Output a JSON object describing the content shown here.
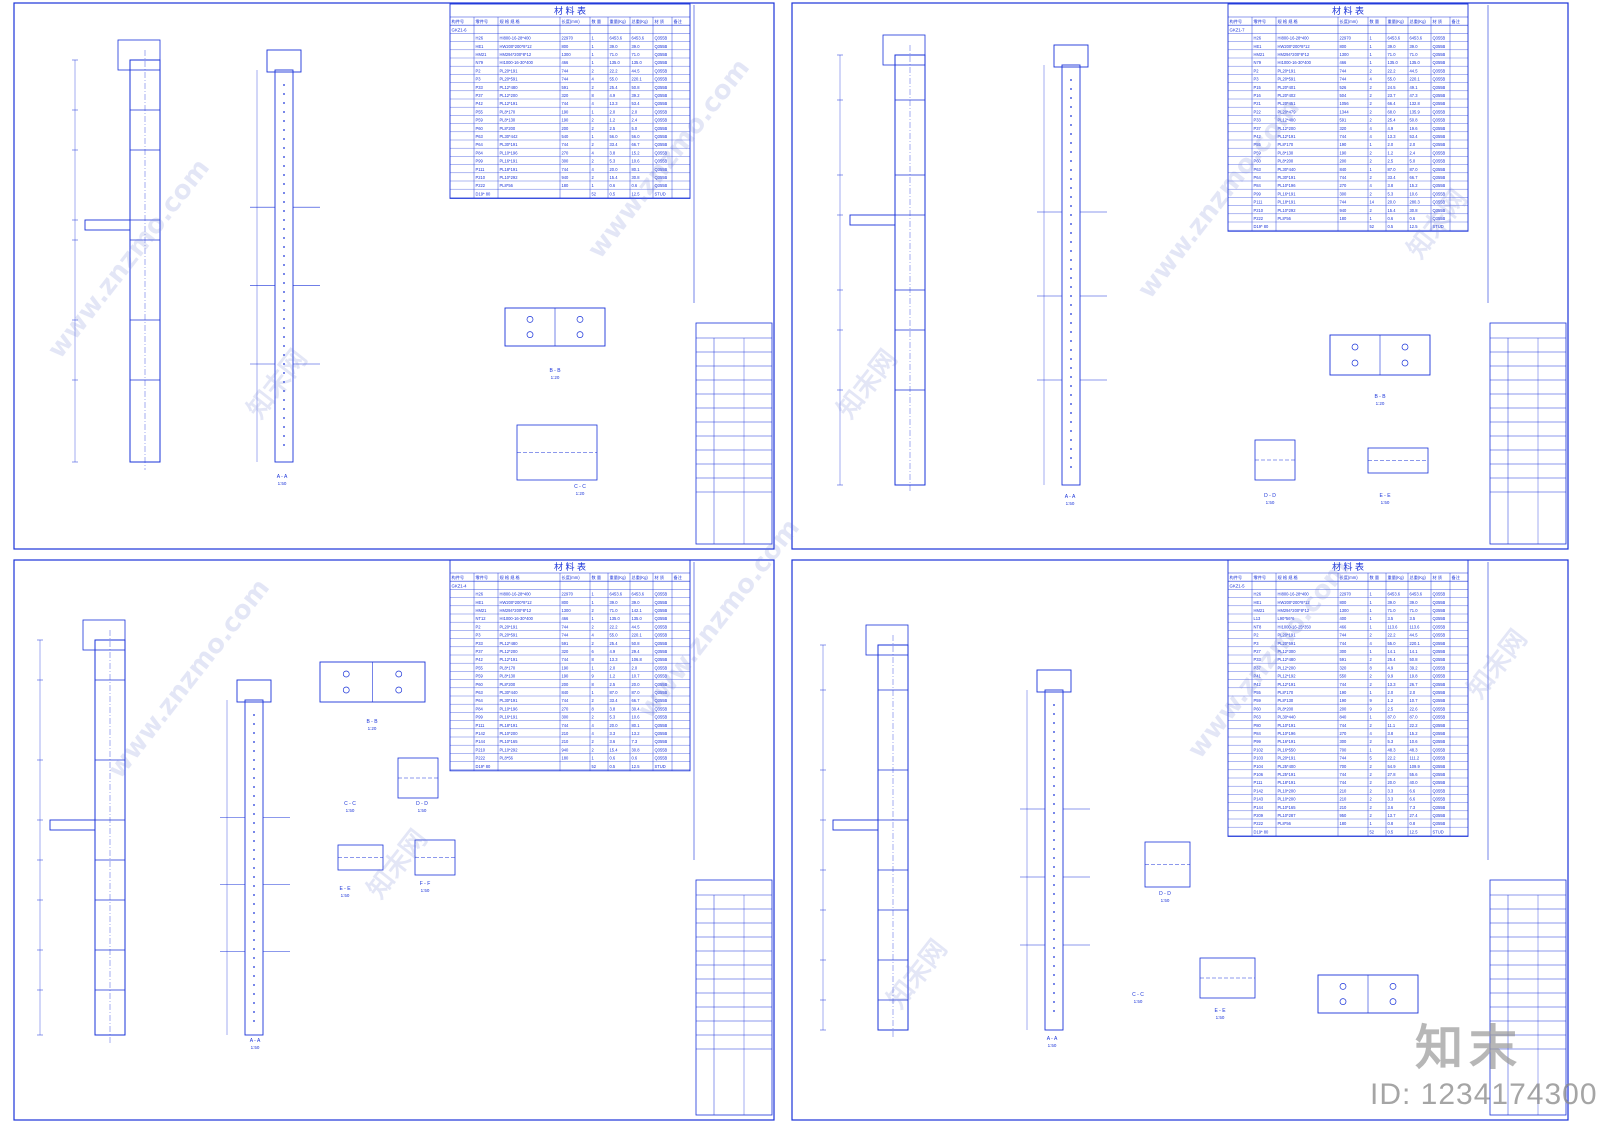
{
  "watermark": {
    "site": "www.znzmo.com",
    "brand": "知末网",
    "logo": "知末",
    "id_text": "ID: 1234174300"
  },
  "sheets": [
    {
      "id": "s1",
      "table_title": "材 料 表",
      "headers": [
        "构件号",
        "零件号",
        "规 格 规 格",
        "长度(mm)",
        "数 量",
        "重量(Kg)",
        "总重(Kg)",
        "材 质",
        "备注"
      ],
      "members": [
        "GKZ1-6"
      ],
      "rows": [
        [
          "H26",
          "HI800-16-28*400",
          "22970",
          "1",
          "6453.6",
          "6453.6",
          "Q355B"
        ],
        [
          "HE1",
          "HW200*200*8*12",
          "800",
          "1",
          "39.0",
          "39.0",
          "Q355B"
        ],
        [
          "HM21",
          "HM294*200*8*12",
          "1300",
          "1",
          "71.0",
          "71.0",
          "Q355B"
        ],
        [
          "N79",
          "HI1000-16-30*400",
          "466",
          "1",
          "135.0",
          "135.0",
          "Q355B"
        ],
        [
          "P2",
          "PL20*191",
          "744",
          "2",
          "22.2",
          "44.5",
          "Q355B"
        ],
        [
          "P3",
          "PL20*591",
          "744",
          "4",
          "55.0",
          "220.1",
          "Q355B"
        ],
        [
          "P33",
          "PL12*480",
          "591",
          "2",
          "25.4",
          "50.8",
          "Q355B"
        ],
        [
          "P37",
          "PL12*200",
          "320",
          "8",
          "4.9",
          "39.2",
          "Q355B"
        ],
        [
          "P42",
          "PL12*191",
          "744",
          "4",
          "13.3",
          "53.4",
          "Q355B"
        ],
        [
          "P55",
          "PL8*170",
          "190",
          "1",
          "2.0",
          "2.0",
          "Q355B"
        ],
        [
          "P59",
          "PL8*130",
          "190",
          "2",
          "1.2",
          "2.4",
          "Q355B"
        ],
        [
          "P60",
          "PL8*200",
          "200",
          "2",
          "2.5",
          "5.0",
          "Q355B"
        ],
        [
          "P63",
          "PL30*442",
          "540",
          "1",
          "56.0",
          "56.0",
          "Q355B"
        ],
        [
          "P64",
          "PL30*191",
          "744",
          "2",
          "33.4",
          "66.7",
          "Q355B"
        ],
        [
          "P84",
          "PL10*196",
          "270",
          "4",
          "3.8",
          "15.2",
          "Q355B"
        ],
        [
          "P99",
          "PL16*191",
          "300",
          "2",
          "5.3",
          "10.6",
          "Q355B"
        ],
        [
          "P111",
          "PL18*191",
          "744",
          "4",
          "20.0",
          "80.1",
          "Q355B"
        ],
        [
          "P210",
          "PL10*292",
          "940",
          "2",
          "15.4",
          "30.8",
          "Q355B"
        ],
        [
          "P222",
          "PL8*56",
          "180",
          "1",
          "0.6",
          "0.6",
          "Q355B"
        ],
        [
          "D19* 80",
          "",
          "",
          "52",
          "0.5",
          "12.5",
          "STUD"
        ]
      ],
      "section_labels": [
        "B - B",
        "C - C",
        "A - A"
      ],
      "scales": [
        "1:20",
        "1:20",
        "1:50"
      ]
    },
    {
      "id": "s2",
      "table_title": "材 料 表",
      "headers": [
        "构件号",
        "零件号",
        "规 格 规 格",
        "长度(mm)",
        "数 量",
        "重量(Kg)",
        "总重(Kg)",
        "材 质",
        "备注"
      ],
      "members": [
        "GKZ1-7"
      ],
      "rows": [
        [
          "H26",
          "HI800-16-28*400",
          "22970",
          "1",
          "6453.6",
          "6453.6",
          "Q355B"
        ],
        [
          "HE1",
          "HW200*200*8*12",
          "800",
          "1",
          "39.0",
          "39.0",
          "Q355B"
        ],
        [
          "HM21",
          "HM294*200*8*12",
          "1300",
          "1",
          "71.0",
          "71.0",
          "Q355B"
        ],
        [
          "N79",
          "HI1000-16-30*400",
          "466",
          "1",
          "135.0",
          "135.0",
          "Q355B"
        ],
        [
          "P2",
          "PL20*191",
          "744",
          "2",
          "22.2",
          "44.5",
          "Q355B"
        ],
        [
          "P3",
          "PL20*591",
          "744",
          "4",
          "55.0",
          "220.1",
          "Q355B"
        ],
        [
          "P15",
          "PL20*401",
          "526",
          "2",
          "24.5",
          "49.1",
          "Q355B"
        ],
        [
          "P16",
          "PL20*402",
          "504",
          "2",
          "23.7",
          "47.3",
          "Q355B"
        ],
        [
          "P21",
          "PL20*451",
          "1056",
          "2",
          "66.4",
          "132.8",
          "Q355B"
        ],
        [
          "P22",
          "PL20*479",
          "1344",
          "2",
          "68.0",
          "135.9",
          "Q355B"
        ],
        [
          "P33",
          "PL12*480",
          "591",
          "2",
          "25.4",
          "50.8",
          "Q355B"
        ],
        [
          "P37",
          "PL12*200",
          "320",
          "4",
          "4.9",
          "19.6",
          "Q355B"
        ],
        [
          "P42",
          "PL12*191",
          "744",
          "4",
          "13.3",
          "53.4",
          "Q355B"
        ],
        [
          "P55",
          "PL8*170",
          "190",
          "1",
          "2.0",
          "2.0",
          "Q355B"
        ],
        [
          "P59",
          "PL8*130",
          "190",
          "2",
          "1.2",
          "2.4",
          "Q355B"
        ],
        [
          "P60",
          "PL8*200",
          "200",
          "2",
          "2.5",
          "5.0",
          "Q355B"
        ],
        [
          "P63",
          "PL30*440",
          "840",
          "1",
          "87.0",
          "87.0",
          "Q355B"
        ],
        [
          "P64",
          "PL30*191",
          "744",
          "2",
          "33.4",
          "66.7",
          "Q355B"
        ],
        [
          "P84",
          "PL10*196",
          "270",
          "4",
          "3.8",
          "15.2",
          "Q355B"
        ],
        [
          "P99",
          "PL16*191",
          "300",
          "2",
          "5.3",
          "10.6",
          "Q355B"
        ],
        [
          "P111",
          "PL18*191",
          "744",
          "14",
          "20.0",
          "280.3",
          "Q355B"
        ],
        [
          "P210",
          "PL10*292",
          "940",
          "2",
          "15.4",
          "30.8",
          "Q355B"
        ],
        [
          "P222",
          "PL8*56",
          "180",
          "1",
          "0.6",
          "0.6",
          "Q355B"
        ],
        [
          "D19* 80",
          "",
          "",
          "52",
          "0.5",
          "12.5",
          "STUD"
        ]
      ],
      "section_labels": [
        "B - B",
        "D - D",
        "E - E",
        "A - A"
      ],
      "scales": [
        "1:20",
        "1:50",
        "1:50",
        "1:50"
      ]
    },
    {
      "id": "s3",
      "table_title": "材 料 表",
      "headers": [
        "构件号",
        "零件号",
        "规 格 规 格",
        "长度(mm)",
        "数 量",
        "重量(Kg)",
        "总重(Kg)",
        "材 质",
        "备注"
      ],
      "members": [
        "GKZ1-4"
      ],
      "rows": [
        [
          "H26",
          "HI800-16-28*400",
          "22970",
          "1",
          "6453.6",
          "6453.6",
          "Q355B"
        ],
        [
          "HE1",
          "HW200*200*8*12",
          "800",
          "1",
          "39.0",
          "39.0",
          "Q355B"
        ],
        [
          "HM21",
          "HM294*200*8*12",
          "1300",
          "2",
          "71.0",
          "142.1",
          "Q355B"
        ],
        [
          "NT12",
          "HI1000-16-30*400",
          "466",
          "1",
          "135.0",
          "135.0",
          "Q355B"
        ],
        [
          "P2",
          "PL20*191",
          "744",
          "2",
          "22.2",
          "44.5",
          "Q355B"
        ],
        [
          "P3",
          "PL20*591",
          "744",
          "4",
          "55.0",
          "220.1",
          "Q355B"
        ],
        [
          "P33",
          "PL12*480",
          "591",
          "2",
          "25.4",
          "50.8",
          "Q355B"
        ],
        [
          "P37",
          "PL12*200",
          "320",
          "6",
          "4.9",
          "29.4",
          "Q355B"
        ],
        [
          "P42",
          "PL12*191",
          "744",
          "8",
          "13.3",
          "106.8",
          "Q355B"
        ],
        [
          "P55",
          "PL8*170",
          "190",
          "1",
          "2.0",
          "2.0",
          "Q355B"
        ],
        [
          "P59",
          "PL8*130",
          "190",
          "9",
          "1.2",
          "10.7",
          "Q355B"
        ],
        [
          "P60",
          "PL8*200",
          "200",
          "8",
          "2.5",
          "20.0",
          "Q355B"
        ],
        [
          "P63",
          "PL30*440",
          "840",
          "1",
          "87.0",
          "87.0",
          "Q355B"
        ],
        [
          "P64",
          "PL30*191",
          "744",
          "2",
          "33.4",
          "66.7",
          "Q355B"
        ],
        [
          "P84",
          "PL10*196",
          "270",
          "8",
          "3.8",
          "30.4",
          "Q355B"
        ],
        [
          "P99",
          "PL16*191",
          "300",
          "2",
          "5.3",
          "10.6",
          "Q355B"
        ],
        [
          "P111",
          "PL18*191",
          "744",
          "4",
          "20.0",
          "80.1",
          "Q355B"
        ],
        [
          "P142",
          "PL10*200",
          "210",
          "4",
          "3.3",
          "13.2",
          "Q355B"
        ],
        [
          "P144",
          "PL10*165",
          "210",
          "2",
          "3.6",
          "7.3",
          "Q355B"
        ],
        [
          "P210",
          "PL10*292",
          "940",
          "2",
          "15.4",
          "30.8",
          "Q355B"
        ],
        [
          "P222",
          "PL8*56",
          "180",
          "1",
          "0.6",
          "0.6",
          "Q355B"
        ],
        [
          "D19* 80",
          "",
          "",
          "52",
          "0.5",
          "12.5",
          "STUD"
        ]
      ],
      "section_labels": [
        "B - B",
        "C - C",
        "D - D",
        "E - E",
        "F - F",
        "A - A"
      ],
      "scales": [
        "1:20",
        "1:50",
        "1:50",
        "1:50",
        "1:50",
        "1:50"
      ]
    },
    {
      "id": "s4",
      "table_title": "材 料 表",
      "headers": [
        "构件号",
        "零件号",
        "规 格 规 格",
        "长度(mm)",
        "数 量",
        "重量(Kg)",
        "总重(Kg)",
        "材 质",
        "备注"
      ],
      "members": [
        "GKZ1-5"
      ],
      "rows": [
        [
          "H26",
          "HI800-16-28*400",
          "22970",
          "1",
          "6453.6",
          "6453.6",
          "Q355B"
        ],
        [
          "HE1",
          "HW200*200*8*12",
          "800",
          "1",
          "39.0",
          "39.0",
          "Q355B"
        ],
        [
          "HM21",
          "HM294*200*8*12",
          "1300",
          "1",
          "71.0",
          "71.0",
          "Q355B"
        ],
        [
          "L13",
          "L90*56*6",
          "400",
          "1",
          "3.5",
          "3.5",
          "Q355B"
        ],
        [
          "NT8",
          "HI1000-16-25*350",
          "466",
          "1",
          "113.6",
          "113.6",
          "Q355B"
        ],
        [
          "P2",
          "PL20*191",
          "744",
          "2",
          "22.2",
          "44.5",
          "Q355B"
        ],
        [
          "P3",
          "PL20*591",
          "744",
          "4",
          "55.0",
          "220.1",
          "Q355B"
        ],
        [
          "P27",
          "PL12*300",
          "300",
          "1",
          "14.1",
          "14.1",
          "Q355B"
        ],
        [
          "P33",
          "PL12*480",
          "591",
          "2",
          "25.4",
          "50.8",
          "Q355B"
        ],
        [
          "P37",
          "PL12*200",
          "320",
          "8",
          "4.9",
          "39.2",
          "Q355B"
        ],
        [
          "P41",
          "PL12*192",
          "550",
          "2",
          "9.9",
          "19.8",
          "Q355B"
        ],
        [
          "P42",
          "PL12*191",
          "744",
          "2",
          "13.3",
          "26.7",
          "Q355B"
        ],
        [
          "P55",
          "PL8*170",
          "190",
          "1",
          "2.0",
          "2.0",
          "Q355B"
        ],
        [
          "P59",
          "PL8*130",
          "190",
          "9",
          "1.2",
          "10.7",
          "Q355B"
        ],
        [
          "P60",
          "PL8*200",
          "200",
          "9",
          "2.5",
          "22.6",
          "Q355B"
        ],
        [
          "P63",
          "PL30*440",
          "840",
          "1",
          "87.0",
          "87.0",
          "Q355B"
        ],
        [
          "P80",
          "PL10*191",
          "744",
          "2",
          "11.1",
          "22.2",
          "Q355B"
        ],
        [
          "P84",
          "PL10*196",
          "270",
          "4",
          "3.8",
          "15.2",
          "Q355B"
        ],
        [
          "P99",
          "PL16*191",
          "300",
          "2",
          "5.3",
          "10.6",
          "Q355B"
        ],
        [
          "P102",
          "PL16*550",
          "700",
          "1",
          "48.3",
          "48.3",
          "Q355B"
        ],
        [
          "P103",
          "PL20*191",
          "744",
          "5",
          "22.2",
          "111.2",
          "Q355B"
        ],
        [
          "P104",
          "PL25*400",
          "700",
          "2",
          "54.9",
          "109.9",
          "Q355B"
        ],
        [
          "P106",
          "PL25*191",
          "744",
          "2",
          "27.8",
          "55.6",
          "Q355B"
        ],
        [
          "P111",
          "PL18*191",
          "744",
          "2",
          "20.0",
          "40.0",
          "Q355B"
        ],
        [
          "P142",
          "PL10*200",
          "210",
          "2",
          "3.3",
          "6.6",
          "Q355B"
        ],
        [
          "P143",
          "PL10*200",
          "210",
          "2",
          "3.3",
          "6.6",
          "Q355B"
        ],
        [
          "P144",
          "PL10*165",
          "210",
          "2",
          "3.6",
          "7.3",
          "Q355B"
        ],
        [
          "P209",
          "PL10*287",
          "950",
          "2",
          "13.7",
          "27.4",
          "Q355B"
        ],
        [
          "P222",
          "PL8*56",
          "180",
          "1",
          "0.8",
          "0.8",
          "Q355B"
        ],
        [
          "D19* 80",
          "",
          "",
          "52",
          "0.5",
          "12.5",
          "STUD"
        ]
      ],
      "section_labels": [
        "C - C",
        "D - D",
        "E - E",
        "A - A"
      ],
      "scales": [
        "1:50",
        "1:50",
        "1:50",
        "1:50"
      ]
    }
  ]
}
